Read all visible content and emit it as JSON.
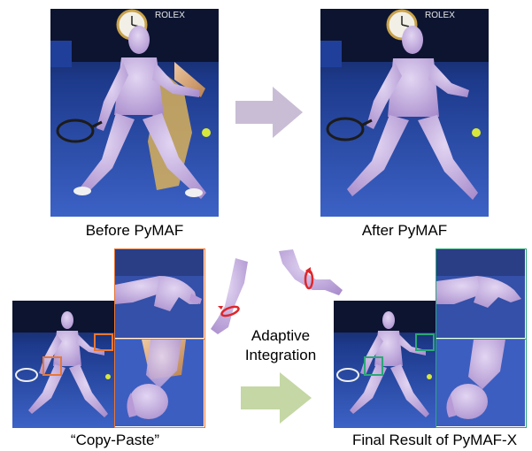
{
  "figure": {
    "captions": {
      "before": "Before PyMAF",
      "after": "After PyMAF",
      "copy_paste": "“Copy-Paste”",
      "final": "Final Result of PyMAF-X"
    },
    "middle_label": {
      "line1": "Adaptive",
      "line2": "Integration"
    },
    "photo_text": {
      "clock_brand": "ROLEX"
    },
    "colors": {
      "arrow_top": "#c9bdd6",
      "arrow_bottom": "#c4d7a4",
      "highlight_orange": "#e87735",
      "highlight_green": "#2aa875",
      "rotation_red": "#e0262a",
      "mesh_lavender": "#c8b2e4",
      "court_blue": "#2f4fb5"
    }
  }
}
